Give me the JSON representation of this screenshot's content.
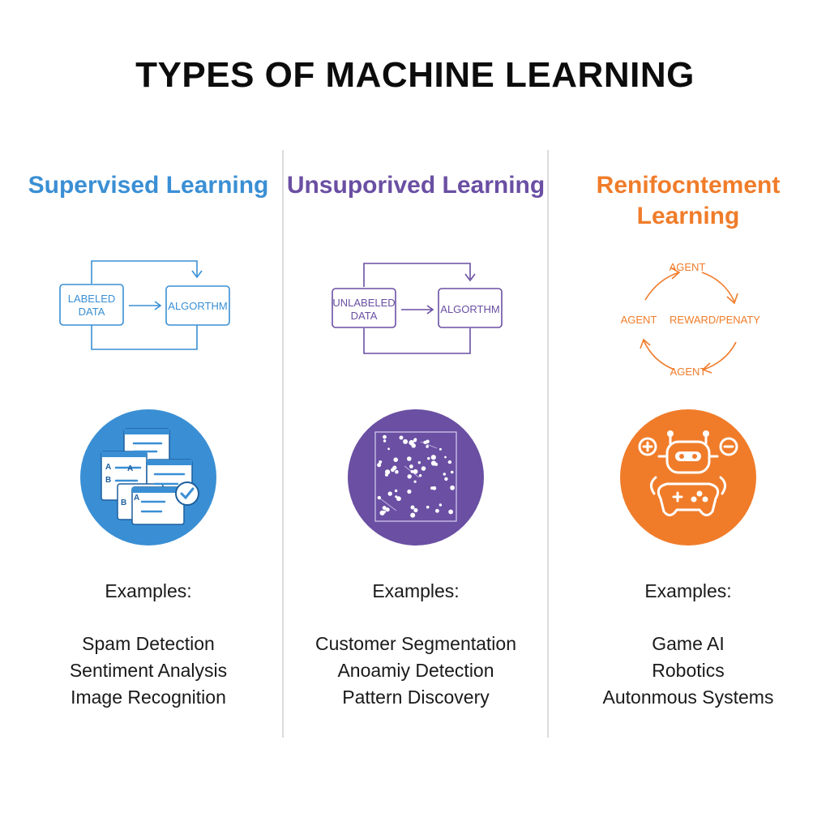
{
  "title": "TYPES OF MACHINE LEARNING",
  "colors": {
    "supervised": "#3a8fd4",
    "unsupervised": "#6a4fa3",
    "reinforcement": "#f07c2a",
    "divider": "#dcdcdc"
  },
  "columns": [
    {
      "id": "supervised",
      "title_lines": [
        "Supervised Learning"
      ],
      "flow": {
        "input_lines": [
          "LABELED",
          "DATA"
        ],
        "output": "ALGORTHM"
      },
      "icon": "labeled-documents-icon",
      "examples_label": "Examples:",
      "examples": [
        "Spam Detection",
        "Sentiment Analysis",
        "Image Recognition"
      ]
    },
    {
      "id": "unsupervised",
      "title_lines": [
        "Unsuporived Learning"
      ],
      "flow": {
        "input_lines": [
          "UNLABELED",
          "DATA"
        ],
        "output": "ALGORTHM"
      },
      "icon": "scatter-cluster-icon",
      "examples_label": "Examples:",
      "examples": [
        "Customer Segmentation",
        "Anoamiy Detection",
        "Pattern Discovery"
      ]
    },
    {
      "id": "reinforcement",
      "title_lines": [
        "Renifocntement",
        "Learning"
      ],
      "cycle": {
        "top": "AGENT",
        "left": "AGENT",
        "right": "REWARD/PENATY",
        "bottom": "AGENT"
      },
      "icon": "robot-gamepad-icon",
      "examples_label": "Examples:",
      "examples": [
        "Game AI",
        "Robotics",
        "Autonmous Systems"
      ]
    }
  ]
}
